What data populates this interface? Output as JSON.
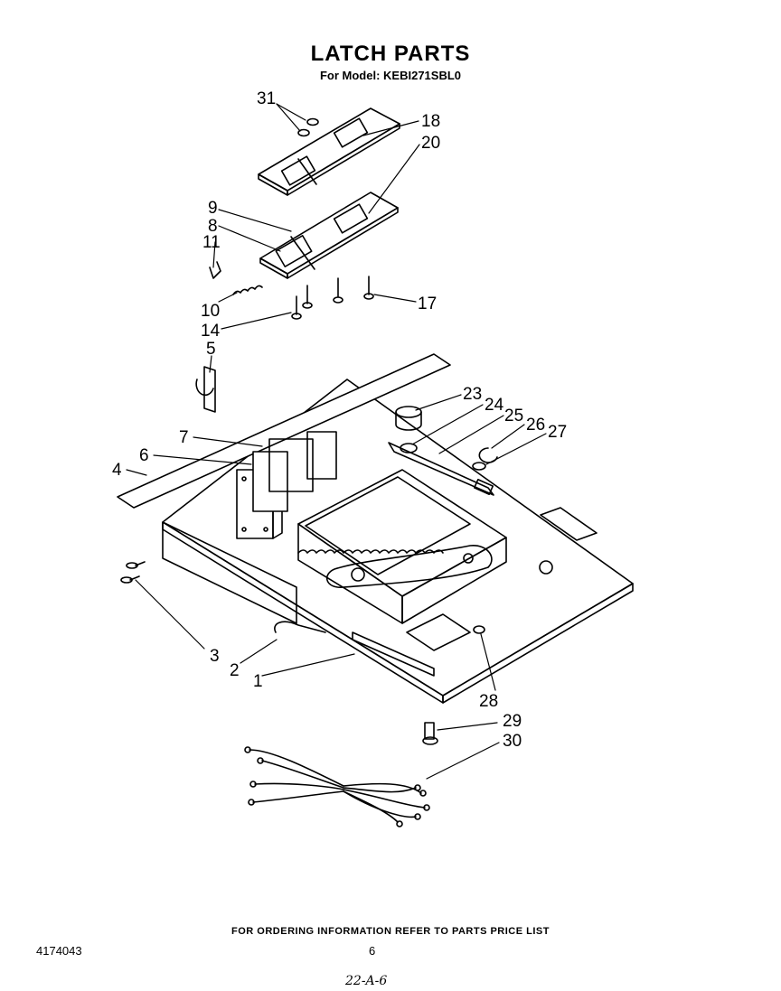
{
  "header": {
    "title": "LATCH PARTS",
    "subtitle": "For Model: KEBI271SBL0"
  },
  "callouts": [
    "31",
    "18",
    "20",
    "9",
    "8",
    "11",
    "10",
    "17",
    "14",
    "5",
    "23",
    "24",
    "25",
    "26",
    "27",
    "7",
    "6",
    "4",
    "3",
    "2",
    "1",
    "28",
    "29",
    "30"
  ],
  "footer": {
    "ordering_note": "FOR ORDERING INFORMATION REFER TO PARTS PRICE LIST",
    "document_number": "4174043",
    "page_number": "6",
    "handwritten_note": "22-A-6"
  }
}
